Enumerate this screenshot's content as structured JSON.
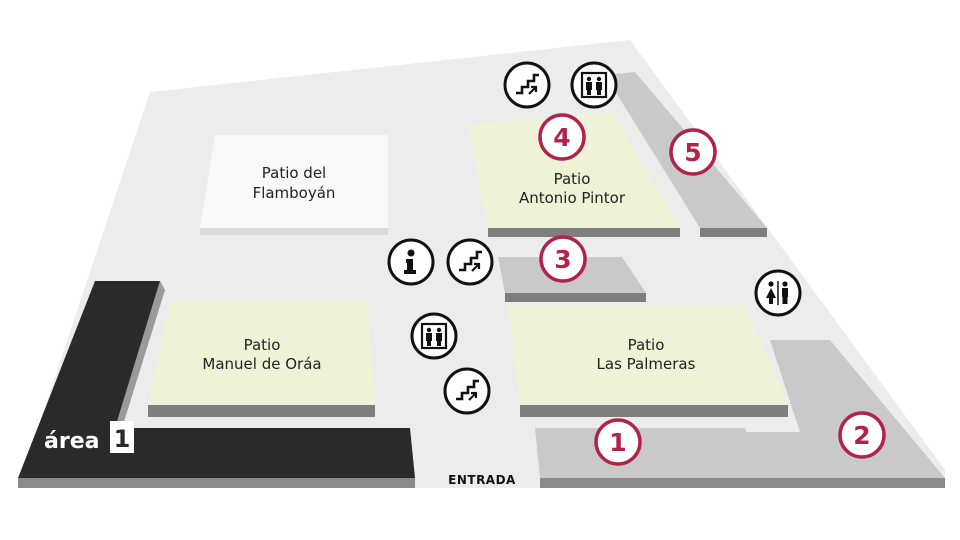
{
  "map": {
    "patios": [
      {
        "line1": "Patio del",
        "line2": "Flamboyán"
      },
      {
        "line1": "Patio",
        "line2": "Antonio Pintor"
      },
      {
        "line1": "Patio",
        "line2": "Manuel de Oráa"
      },
      {
        "line1": "Patio",
        "line2": "Las Palmeras"
      }
    ],
    "zones": [
      "1",
      "2",
      "3",
      "4",
      "5"
    ],
    "area_label": "área",
    "area_number": "1",
    "entrance_label": "ENTRADA",
    "icons": [
      "stairs-icon",
      "elevator-icon",
      "info-icon",
      "restroom-icon"
    ],
    "colors": {
      "accent": "#b0234a",
      "patio": "#eef2d6",
      "floor": "#ececec",
      "block": "#c9c9c9",
      "dark": "#2a2a2a"
    }
  }
}
